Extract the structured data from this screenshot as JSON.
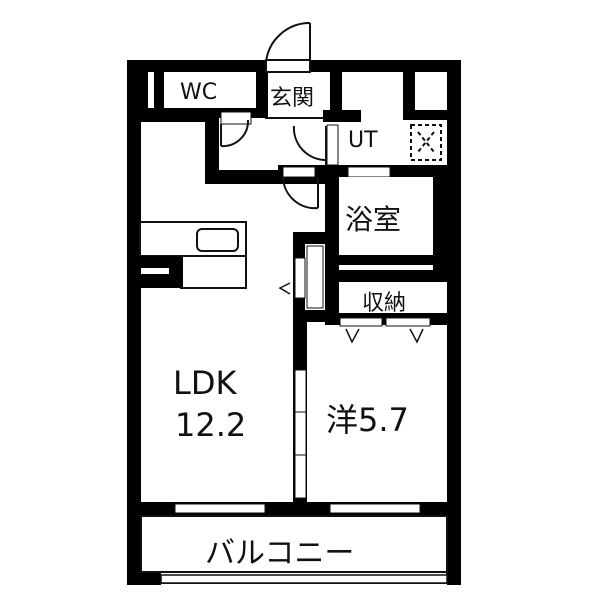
{
  "floorplan": {
    "rooms": {
      "wc": {
        "label": "WC"
      },
      "entrance": {
        "label": "玄関"
      },
      "utility": {
        "label": "UT"
      },
      "bathroom": {
        "label": "浴室"
      },
      "storage": {
        "label": "収納"
      },
      "ldk": {
        "label": "LDK",
        "size": "12.2"
      },
      "western_room": {
        "label": "洋5.7"
      },
      "balcony": {
        "label": "バルコニー"
      }
    },
    "colors": {
      "wall": "#000000",
      "background": "#ffffff",
      "line": "#111111"
    }
  }
}
